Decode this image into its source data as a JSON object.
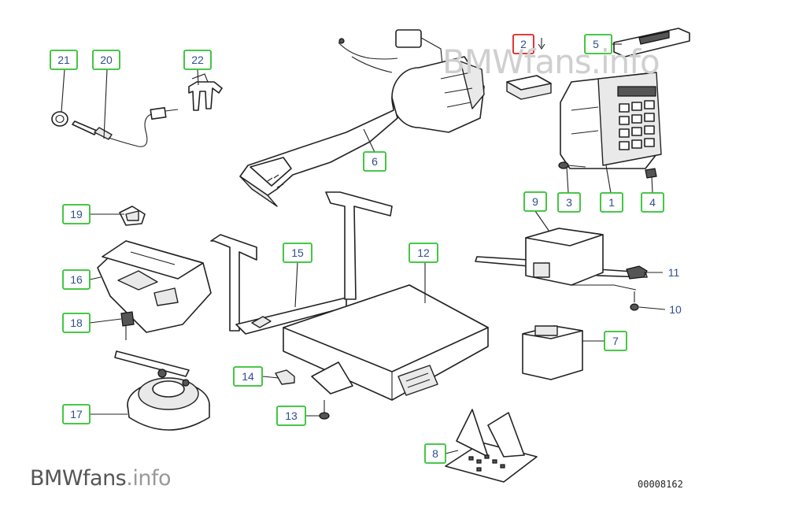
{
  "watermark": {
    "brand": "BMWfans",
    "tld": ".info"
  },
  "footer": {
    "brand": "BMWfans",
    "tld": ".info",
    "diagram_code": "00008162"
  },
  "callouts": {
    "c1": "1",
    "c2": "2",
    "c3": "3",
    "c4": "4",
    "c5": "5",
    "c6": "6",
    "c7": "7",
    "c8": "8",
    "c9": "9",
    "c10": "10",
    "c11": "11",
    "c12": "12",
    "c13": "13",
    "c14": "14",
    "c15": "15",
    "c16": "16",
    "c17": "17",
    "c18": "18",
    "c19": "19",
    "c20": "20",
    "c21": "21",
    "c22": "22"
  },
  "highlight_colors": {
    "callout_border": "#2fc12f",
    "selected_border": "#e02020",
    "number_text": "#2f4f8f"
  }
}
